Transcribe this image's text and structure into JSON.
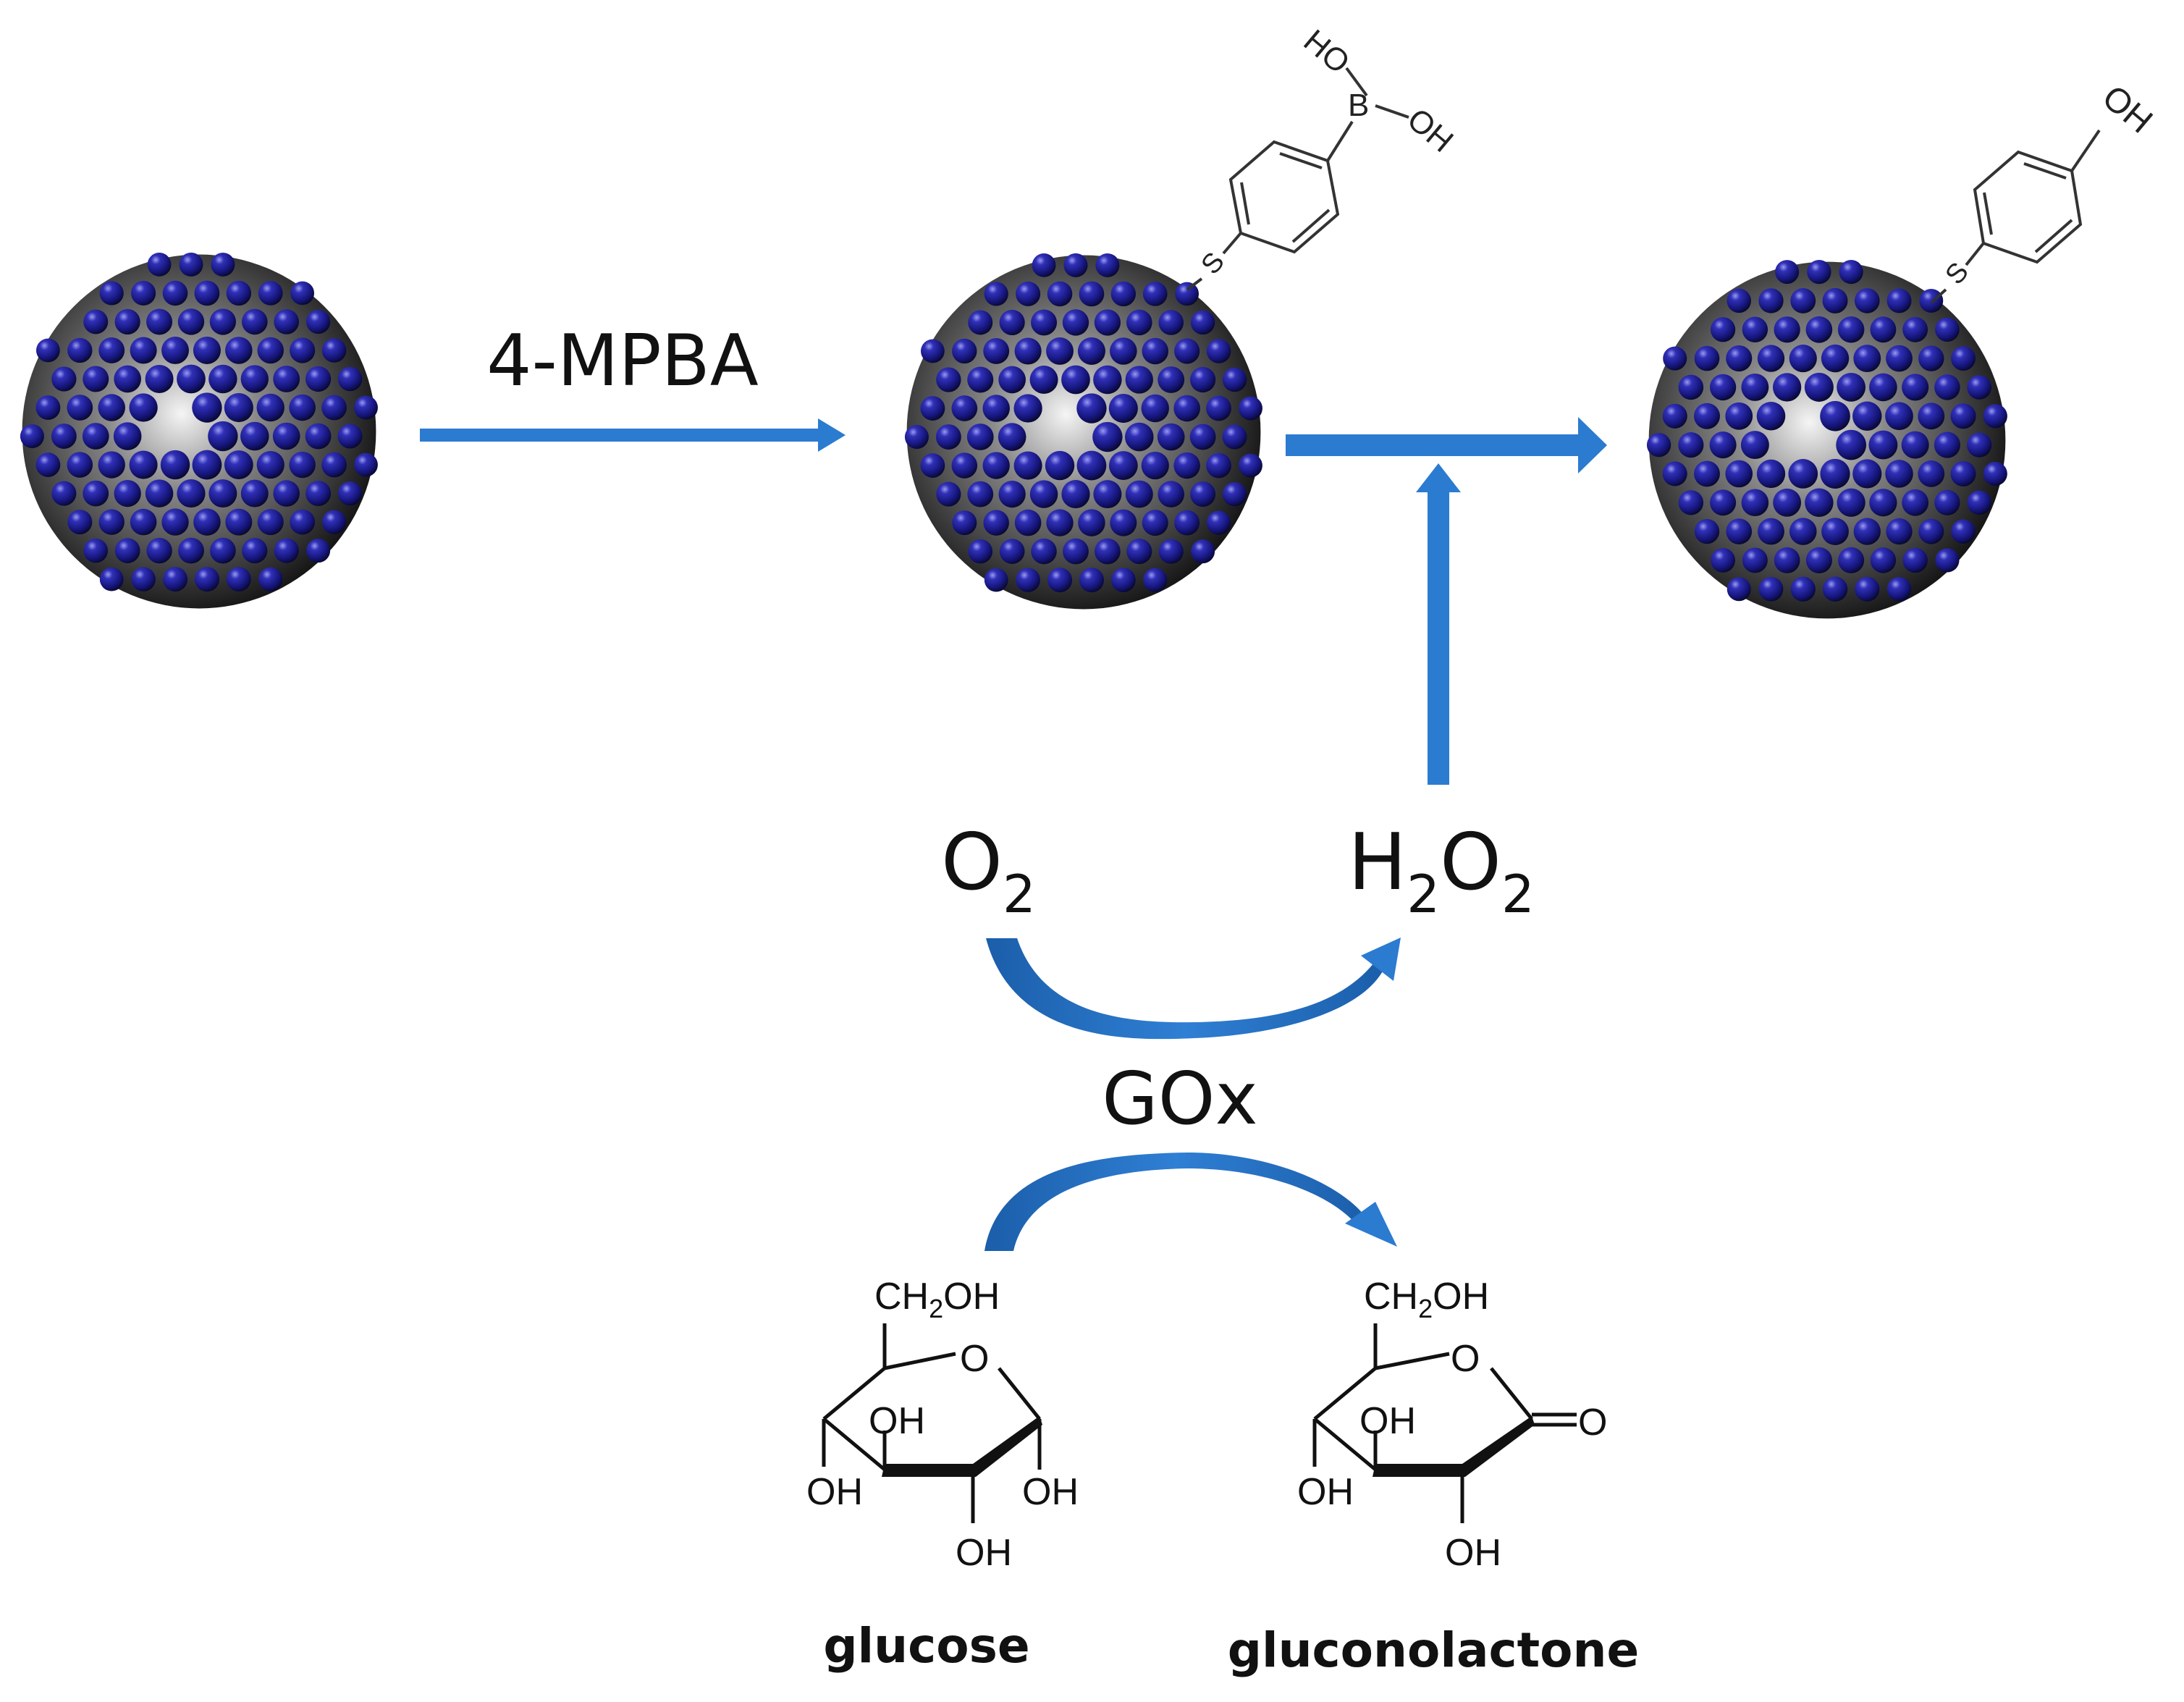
{
  "labels": {
    "reagent": "4-MPBA",
    "oxygen": {
      "main": "O",
      "sub": "2"
    },
    "peroxide": {
      "h": "H",
      "hsub": "2",
      "o": "O",
      "osub": "2"
    },
    "enzyme": "GOx"
  },
  "molecules": {
    "glucose": {
      "name": "glucose",
      "ch2oh": {
        "main": "CH",
        "sub": "2",
        "tail": "OH"
      },
      "ring_o": "O",
      "oh": [
        "OH",
        "OH",
        "OH",
        "OH"
      ]
    },
    "gluconolactone": {
      "name": "gluconolactone",
      "ch2oh": {
        "main": "CH",
        "sub": "2",
        "tail": "OH"
      },
      "ring_o": "O",
      "carbonyl": "O",
      "oh": [
        "OH",
        "OH",
        "OH"
      ]
    }
  },
  "ligands": {
    "boronic": {
      "s": "S",
      "b": "B",
      "oh_left": "HO",
      "oh_right": "OH"
    },
    "phenol": {
      "s": "S",
      "oh": "OH"
    }
  },
  "colors": {
    "arrow": "#2B7BD0",
    "arrow_dark": "#1E62B2",
    "sphere_atom": "#1E1E96",
    "sphere_atom_dark": "#0A0A3C",
    "sphere_core": "#3A3A3A",
    "text": "#111111"
  }
}
